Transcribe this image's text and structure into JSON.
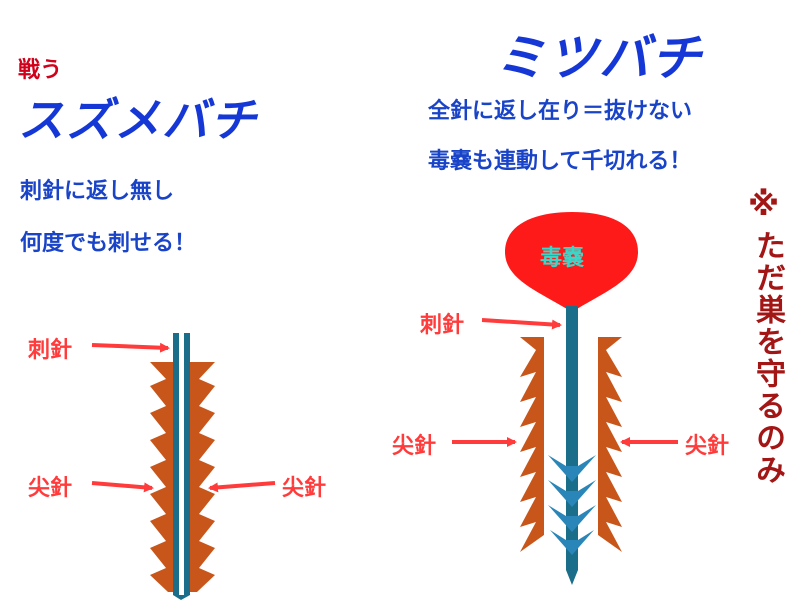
{
  "left": {
    "kicker": "戦う",
    "title": "スズメバチ",
    "line1": "刺針に返し無し",
    "line2": "何度でも刺せる！",
    "label_stinger": "刺針",
    "label_lancet_left": "尖針",
    "label_lancet_right": "尖針"
  },
  "right": {
    "title": "ミツバチ",
    "line1": "全針に返し在り＝抜けない",
    "line2": "毒嚢も連動して千切れる！",
    "venom_sac": "毒嚢",
    "label_stinger": "刺針",
    "label_lancet_left": "尖針",
    "label_lancet_right": "尖針"
  },
  "note": {
    "mark": "※",
    "text": "ただ巣を守るのみ"
  },
  "colors": {
    "title_blue": "#1537d6",
    "arrow_red": "#ff3b3b",
    "lancet_orange": "#c8561a",
    "stinger_teal": "#1b6e8a",
    "barb_blue": "#2a86b8",
    "venom_red": "#ff1a1a",
    "note_dark_red": "#a31616"
  }
}
